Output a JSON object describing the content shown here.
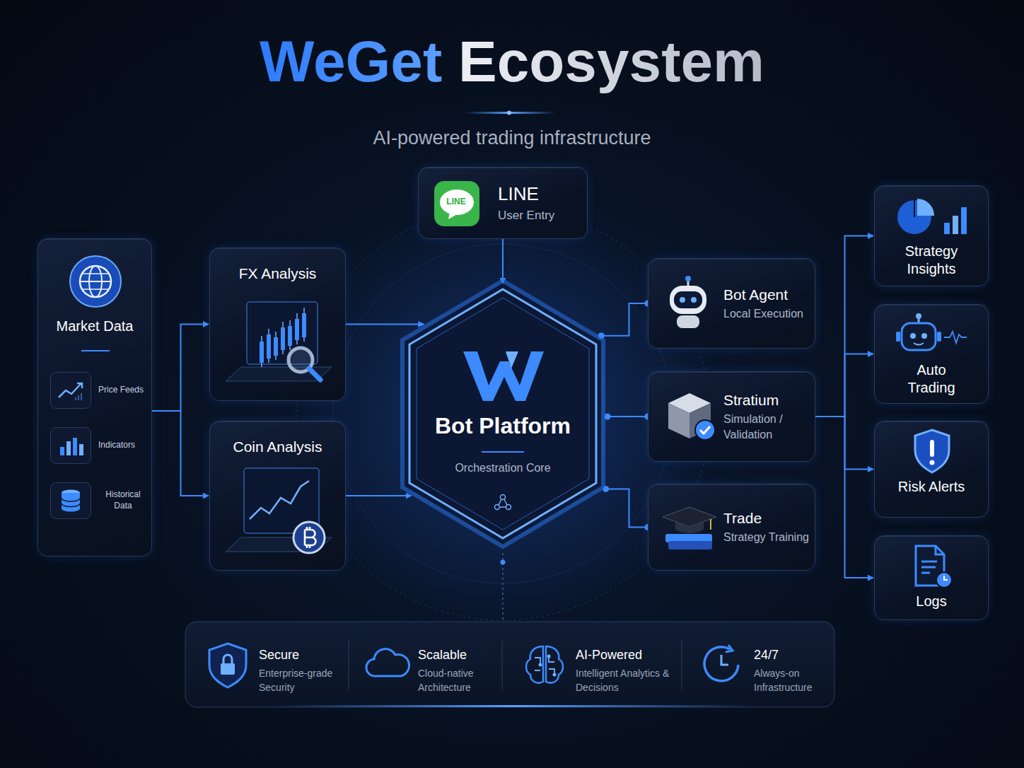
{
  "diagram": {
    "title": "WeGet Ecosystem",
    "caption": "AI-powered trading infrastructure",
    "nodes": [
      {
        "text": [
          "LINE",
          "User Entry"
        ]
      },
      {
        "text": [
          "Market Data"
        ]
      },
      {
        "text": [
          "Price Feeds"
        ],
        "in": 1
      },
      {
        "text": [
          "Indicators"
        ],
        "in": 1
      },
      {
        "text": [
          "Historical Data"
        ],
        "in": 1
      },
      {
        "text": [
          "FX Analysis"
        ]
      },
      {
        "text": [
          "Coin Analysis"
        ]
      },
      {
        "text": [
          "Bot Platform",
          "Orchestration Core"
        ]
      },
      {
        "text": [
          "Bot Agent",
          "Local Execution"
        ]
      },
      {
        "text": [
          "Stratium",
          "Simulation / Validation"
        ]
      },
      {
        "text": [
          "Trade",
          "Strategy Training"
        ]
      },
      {
        "text": [
          "Strategy Insights"
        ]
      },
      {
        "text": [
          "Auto Trading"
        ]
      },
      {
        "text": [
          "Risk Alerts"
        ]
      },
      {
        "text": [
          "Logs"
        ]
      },
      {
        "text": [
          "Secure",
          "Enterprise-grade Security"
        ]
      },
      {
        "text": [
          "Scalable",
          "Cloud-native Architecture"
        ]
      },
      {
        "text": [
          "AI-Powered",
          "Intelligent Analytics & Decisions"
        ]
      },
      {
        "text": [
          "24/7",
          "Always-on Infrastructure"
        ]
      }
    ],
    "edges": [
      {
        "from": 0,
        "to": 7,
        "arrow": "to"
      },
      {
        "from": 1,
        "to": 5,
        "arrow": "to"
      },
      {
        "from": 1,
        "to": 6,
        "arrow": "to"
      },
      {
        "from": 5,
        "to": 7,
        "arrow": "to"
      },
      {
        "from": 6,
        "to": 7,
        "arrow": "to"
      },
      {
        "from": 7,
        "to": 8,
        "arrow": "none"
      },
      {
        "from": 7,
        "to": 9,
        "arrow": "none"
      },
      {
        "from": 7,
        "to": 10,
        "arrow": "none"
      },
      {
        "from": 9,
        "to": 11,
        "arrow": "to"
      },
      {
        "from": 9,
        "to": 12,
        "arrow": "to"
      },
      {
        "from": 9,
        "to": 13,
        "arrow": "to"
      },
      {
        "from": 9,
        "to": 14,
        "arrow": "to"
      }
    ],
    "labels": [
      "LINE"
    ]
  }
}
